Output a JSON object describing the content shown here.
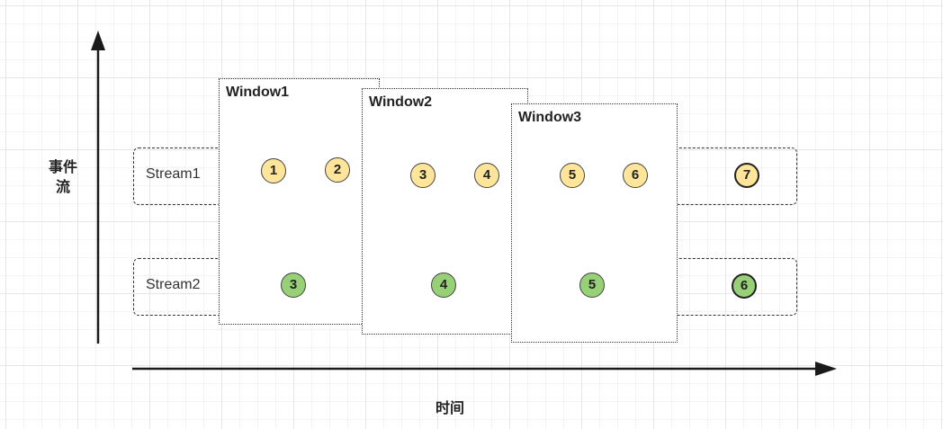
{
  "axes": {
    "y_label": "事件流",
    "x_label": "时间"
  },
  "streams": [
    {
      "label": "Stream1"
    },
    {
      "label": "Stream2"
    }
  ],
  "windows": [
    {
      "title": "Window1"
    },
    {
      "title": "Window2"
    },
    {
      "title": "Window3"
    }
  ],
  "events": [
    {
      "stream": "Stream1",
      "value": "1",
      "color": "yellow"
    },
    {
      "stream": "Stream1",
      "value": "2",
      "color": "yellow"
    },
    {
      "stream": "Stream1",
      "value": "3",
      "color": "yellow"
    },
    {
      "stream": "Stream1",
      "value": "4",
      "color": "yellow"
    },
    {
      "stream": "Stream1",
      "value": "5",
      "color": "yellow"
    },
    {
      "stream": "Stream1",
      "value": "6",
      "color": "yellow"
    },
    {
      "stream": "Stream1",
      "value": "7",
      "color": "yellow",
      "emphasized": true
    },
    {
      "stream": "Stream2",
      "value": "3",
      "color": "green"
    },
    {
      "stream": "Stream2",
      "value": "4",
      "color": "green"
    },
    {
      "stream": "Stream2",
      "value": "5",
      "color": "green"
    },
    {
      "stream": "Stream2",
      "value": "6",
      "color": "green",
      "emphasized": true
    }
  ],
  "colors": {
    "yellow": "#ffe599",
    "green": "#97d077",
    "stroke": "#333333"
  }
}
